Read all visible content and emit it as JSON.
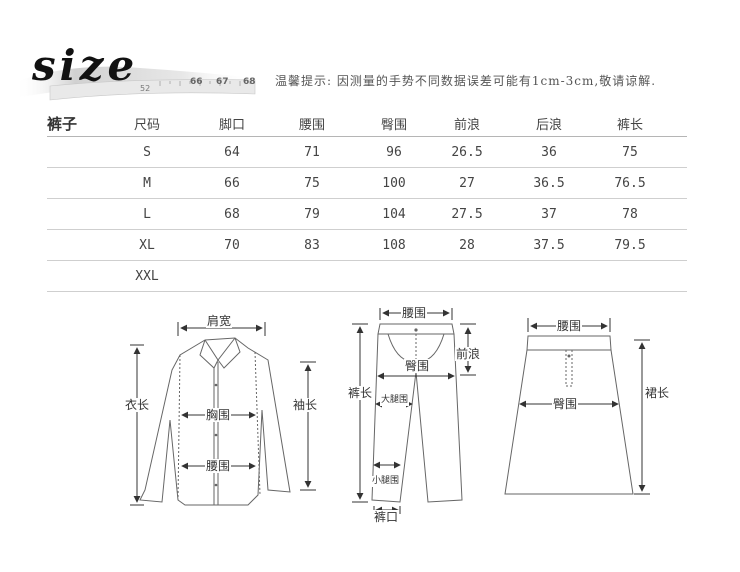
{
  "header": {
    "logo_text": "size",
    "tape_numbers": [
      "66",
      "67",
      "68",
      "52"
    ],
    "notice": "温馨提示: 因测量的手势不同数据误差可能有1cm-3cm,敬请谅解."
  },
  "table": {
    "category": "裤子",
    "columns": [
      "尺码",
      "脚口",
      "腰围",
      "臀围",
      "前浪",
      "后浪",
      "裤长"
    ],
    "rows": [
      [
        "S",
        "64",
        "71",
        "96",
        "26.5",
        "36",
        "75"
      ],
      [
        "M",
        "66",
        "75",
        "100",
        "27",
        "36.5",
        "76.5"
      ],
      [
        "L",
        "68",
        "79",
        "104",
        "27.5",
        "37",
        "78"
      ],
      [
        "XL",
        "70",
        "83",
        "108",
        "28",
        "37.5",
        "79.5"
      ],
      [
        "XXL",
        "",
        "",
        "",
        "",
        "",
        ""
      ]
    ]
  },
  "diagrams": {
    "shirt": {
      "shoulder": "肩宽",
      "length": "衣长",
      "chest": "胸围",
      "waist": "腰围",
      "sleeve": "袖长"
    },
    "pants": {
      "waist": "腰围",
      "hip": "臀围",
      "front_rise": "前浪",
      "length": "裤长",
      "thigh": "大腿围",
      "calf": "小腿围",
      "hem": "裤口"
    },
    "skirt": {
      "waist": "腰围",
      "hip": "臀围",
      "length": "裙长"
    }
  },
  "colors": {
    "text": "#333333",
    "line": "#cfcfcf",
    "drawing": "#666666",
    "dim": "#333333"
  }
}
